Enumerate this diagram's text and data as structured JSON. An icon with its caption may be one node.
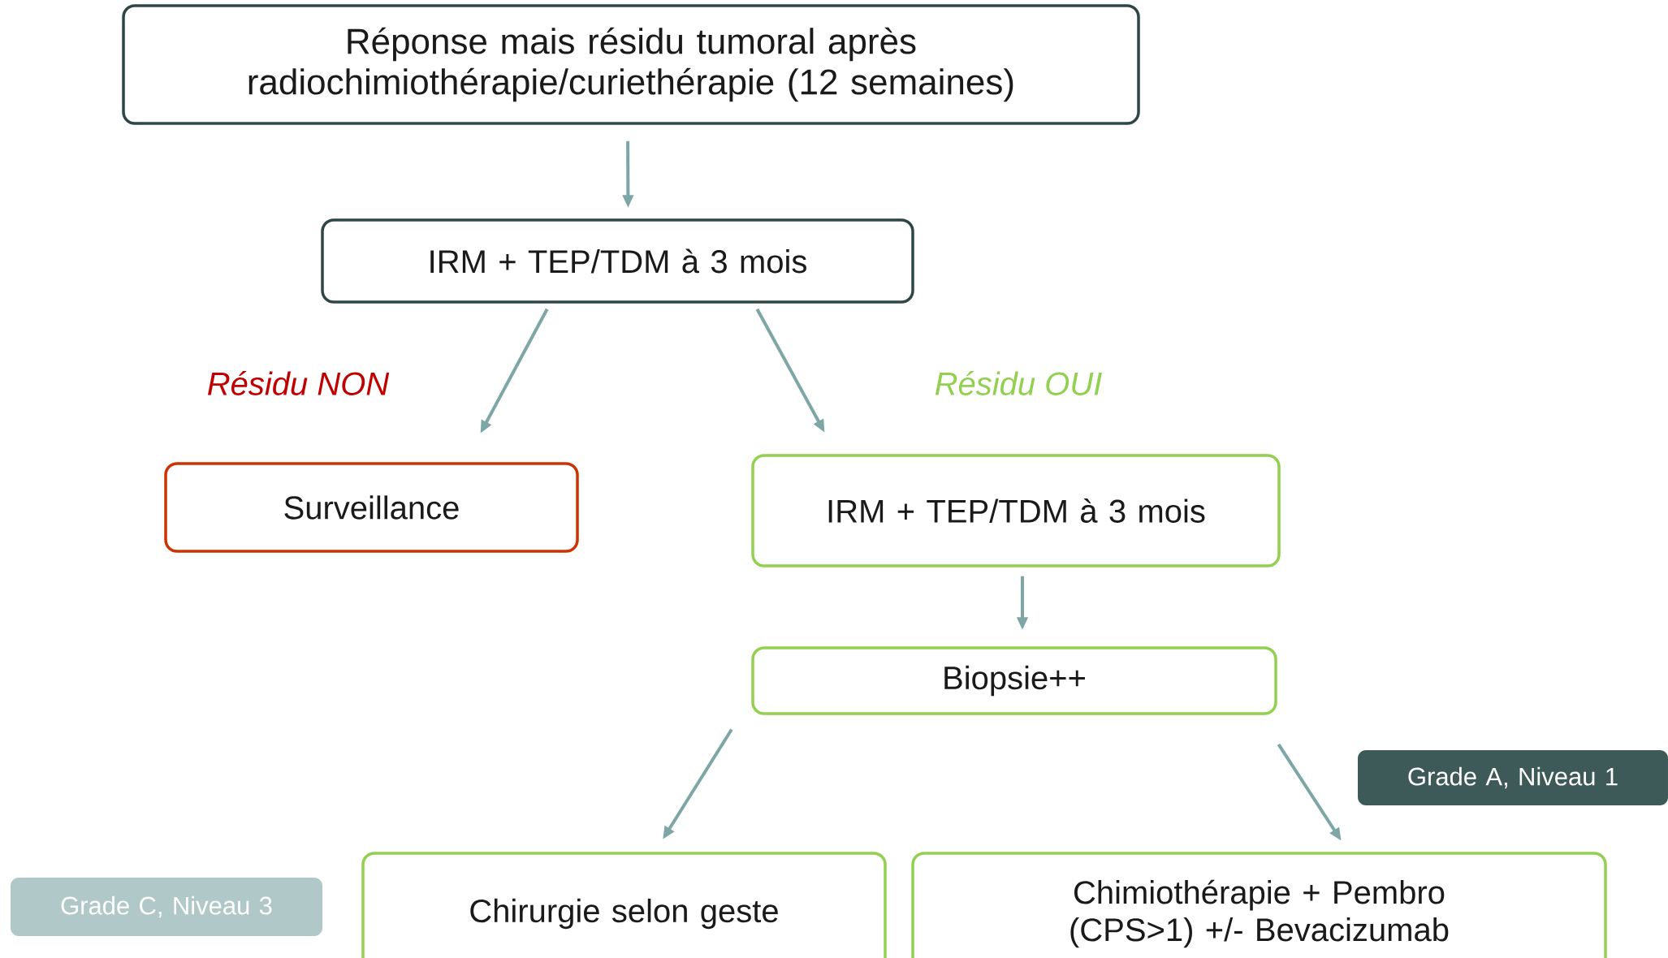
{
  "diagram": {
    "nodes": [
      {
        "text": [
          "Réponse mais résidu tumoral après radiochimiothérapie/curiethérapie (12 semaines)"
        ]
      },
      {
        "text": [
          "IRM + TEP/TDM à 3 mois"
        ]
      },
      {
        "text": [
          "Surveillance"
        ]
      },
      {
        "text": [
          "IRM + TEP/TDM à 3 mois"
        ]
      },
      {
        "text": [
          "Biopsie++"
        ]
      },
      {
        "text": [
          "Chirurgie selon geste"
        ]
      },
      {
        "text": [
          "Chimiothérapie + Pembro (CPS>1) +/- Bevacizumab"
        ]
      },
      {
        "text": [
          "Grade A, Niveau 1"
        ]
      },
      {
        "text": [
          "Grade C, Niveau 3"
        ]
      }
    ],
    "edges": [
      {
        "from": 0,
        "to": 1,
        "arrow": "to"
      },
      {
        "from": 1,
        "to": 2,
        "arrow": "to"
      },
      {
        "from": 1,
        "to": 3,
        "arrow": "to"
      },
      {
        "from": 3,
        "to": 4,
        "arrow": "to"
      },
      {
        "from": 4,
        "to": 5,
        "arrow": "to"
      },
      {
        "from": 4,
        "to": 6,
        "arrow": "to"
      }
    ],
    "labels": [
      "Résidu NON",
      "Résidu OUI"
    ]
  }
}
